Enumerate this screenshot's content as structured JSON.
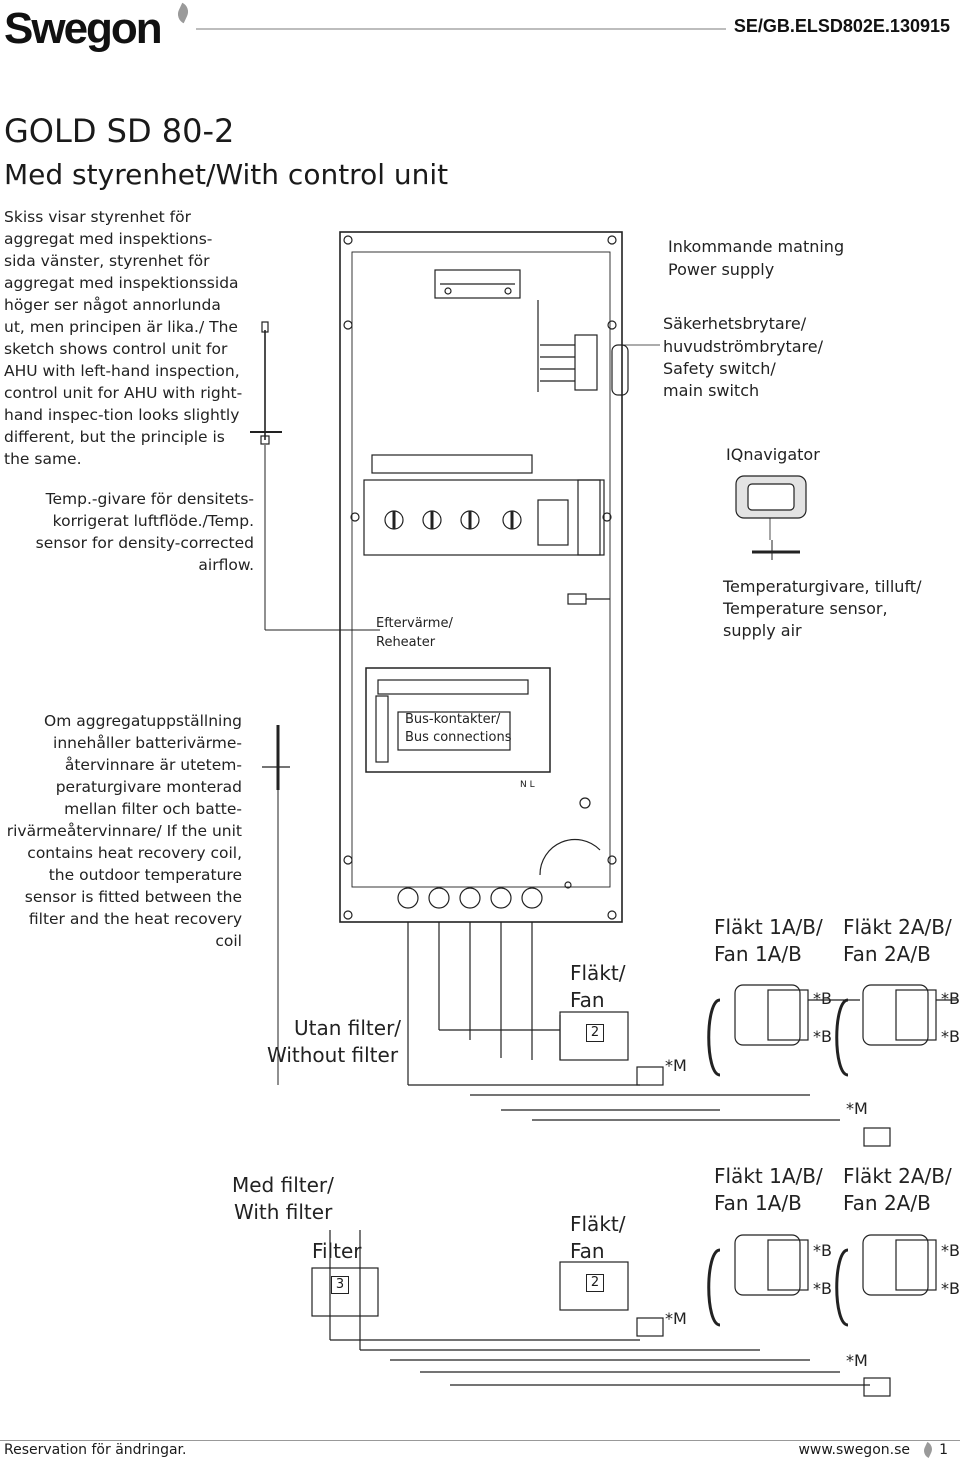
{
  "header": {
    "logo": "Swegon",
    "doc_id": "SE/GB.ELSD802E.130915"
  },
  "title": "GOLD SD 80-2",
  "subtitle": "Med styrenhet/With control unit",
  "intro_text": "Skiss visar styrenhet för aggregat med inspektions-sida vänster, styrenhet för aggregat med inspektionssida höger ser något annorlunda ut, men principen är lika./ The sketch shows control unit for AHU with left-hand inspection, control unit for AHU with right-hand inspec-tion looks slightly different, but the principle is the same.",
  "temp_sensor_text": "Temp.-givare för densitets-korrigerat luftflöde./Temp. sensor for density-corrected airflow.",
  "outdoor_text": "Om aggregatuppställning innehåller batterivärme-återvinnare är utetem-peraturgivare monterad mellan filter och batte-rivärmeåtervinnare/ If the unit contains heat recovery coil, the outdoor temperature sensor is fitted between the filter and the heat recovery coil",
  "labels": {
    "power_supply_1": "Inkommande matning",
    "power_supply_2": "Power supply",
    "safety_1": "Säkerhetsbrytare/",
    "safety_2": "huvudströmbrytare/",
    "safety_3": "Safety switch/",
    "safety_4": "main switch",
    "iqnavigator": "IQnavigator",
    "supply_temp_1": "Temperaturgivare, tilluft/",
    "supply_temp_2": "Temperature sensor,",
    "supply_temp_3": "supply air",
    "reheater_1": "Eftervärme/",
    "reheater_2": "Reheater",
    "bus_1": "Bus-kontakter/",
    "bus_2": "Bus connections",
    "nl": "N L",
    "without_filter_1": "Utan filter/",
    "without_filter_2": "Without filter",
    "with_filter_1": "Med filter/",
    "with_filter_2": "With filter",
    "filter": "Filter",
    "fan_1": "Fläkt/",
    "fan_2": "Fan",
    "fan1_1": "Fläkt 1A/B/",
    "fan1_2": "Fan 1A/B",
    "fan2_1": "Fläkt 2A/B/",
    "fan2_2": "Fan 2A/B",
    "star_b": "*B",
    "star_m": "*M",
    "box_2": "2",
    "box_3": "3"
  },
  "footer": {
    "left": "Reservation för ändringar.",
    "url": "www.swegon.se",
    "page": "1"
  }
}
